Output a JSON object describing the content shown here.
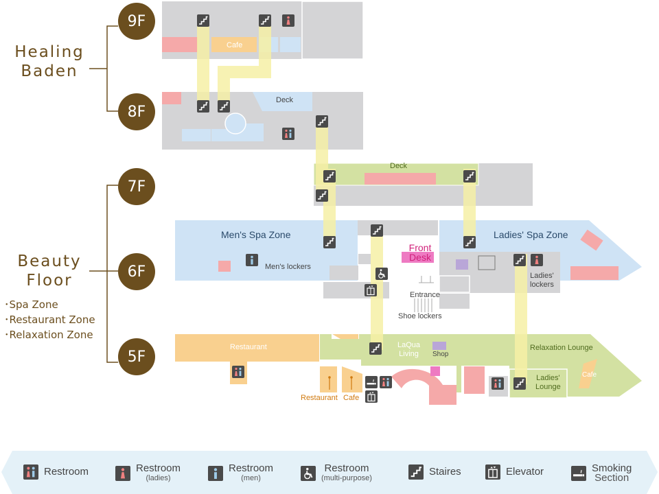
{
  "groups": {
    "healing": {
      "title_line1": "Healing",
      "title_line2": "Baden"
    },
    "beauty": {
      "title_line1": "Beauty",
      "title_line2": "Floor",
      "zones": [
        "･Spa Zone",
        "･Restaurant Zone",
        "･Relaxation Zone"
      ]
    }
  },
  "floors": [
    "9F",
    "8F",
    "7F",
    "6F",
    "5F"
  ],
  "labels": {
    "cafe_9f": "Cafe",
    "deck_8f": "Deck",
    "deck_7f": "Deck",
    "mens_spa": "Men's Spa Zone",
    "ladies_spa": "Ladies' Spa Zone",
    "front_desk_1": "Front",
    "front_desk_2": "Desk",
    "mens_lockers": "Men's lockers",
    "ladies_lockers_1": "Ladies'",
    "ladies_lockers_2": "lockers",
    "entrance": "Entrance",
    "shoe_lockers": "Shoe lockers",
    "restaurant_5f": "Restaurant",
    "laqua_1": "LaQua",
    "laqua_2": "Living",
    "shop": "Shop",
    "relaxation_lounge": "Relaxation Lounge",
    "ladies_lounge_1": "Ladies'",
    "ladies_lounge_2": "Lounge",
    "cafe_5f": "Cafe",
    "restaurant_small": "Restaurant",
    "cafe_small": "Cafe"
  },
  "legend": [
    {
      "icon": "restroom-icon",
      "label": "Restroom",
      "sub": ""
    },
    {
      "icon": "restroom-ladies-icon",
      "label": "Restroom",
      "sub": "(ladies)"
    },
    {
      "icon": "restroom-men-icon",
      "label": "Restroom",
      "sub": "(men)"
    },
    {
      "icon": "wheelchair-icon",
      "label": "Restroom",
      "sub": "(multi-purpose)"
    },
    {
      "icon": "stairs-icon",
      "label": "Staires",
      "sub": ""
    },
    {
      "icon": "elevator-icon",
      "label": "Elevator",
      "sub": ""
    },
    {
      "icon": "smoking-icon",
      "label": "Smoking",
      "sub": "Section"
    }
  ],
  "colors": {
    "brown": "#6b4e1e",
    "grey": "#d4d4d6",
    "blue": "#cfe3f5",
    "pink": "#f5a9a9",
    "green": "#d3e1a2",
    "orange": "#f9d08f",
    "yellow_path": "#f6f0a6",
    "legend_bg": "#e4f1f8"
  }
}
